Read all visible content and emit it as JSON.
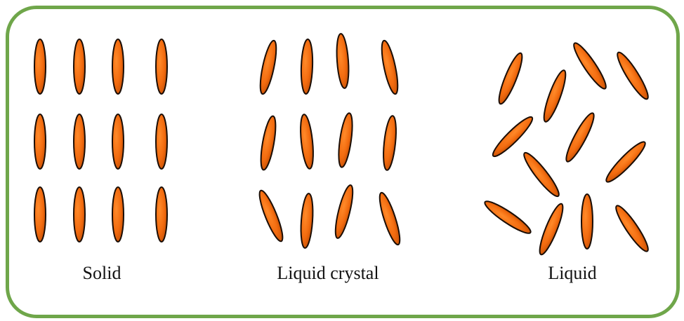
{
  "colors": {
    "frame": "#6fa64a",
    "molecule_fill": "#f26b0f",
    "molecule_stroke": "#1a0d05",
    "text": "#111111"
  },
  "panels": [
    {
      "id": "solid",
      "label": "Solid"
    },
    {
      "id": "liquid-crystal",
      "label": "Liquid crystal"
    },
    {
      "id": "liquid",
      "label": "Liquid"
    }
  ]
}
